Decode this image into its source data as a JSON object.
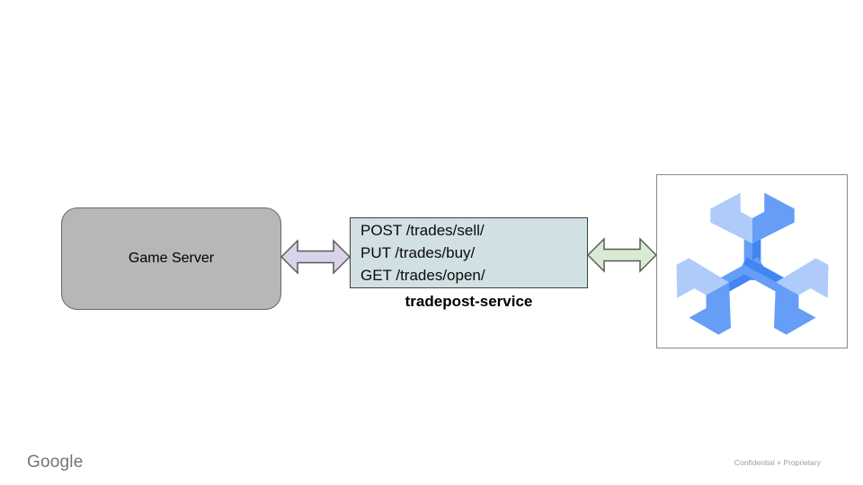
{
  "nodes": {
    "game_server": {
      "label": "Game Server"
    },
    "api": {
      "lines": [
        "POST /trades/sell/",
        "PUT /trades/buy/",
        "GET /trades/open/"
      ],
      "caption": "tradepost-service"
    },
    "spanner": {
      "icon": "cloud-spanner-icon"
    }
  },
  "connectors": {
    "left_arrow": "bidirectional",
    "right_arrow": "bidirectional"
  },
  "colors": {
    "game_server_fill": "#b7b7b7",
    "api_box_fill": "#d0e0e3",
    "left_arrow_fill": "#d9d2e9",
    "right_arrow_fill": "#d9ead3",
    "arrow_stroke": "#595959",
    "spanner_light": "#aecbfa",
    "spanner_medium": "#669df6",
    "spanner_core": "#4285f4"
  },
  "footer": {
    "brand": "Google",
    "note": "Confidential + Proprietary"
  }
}
